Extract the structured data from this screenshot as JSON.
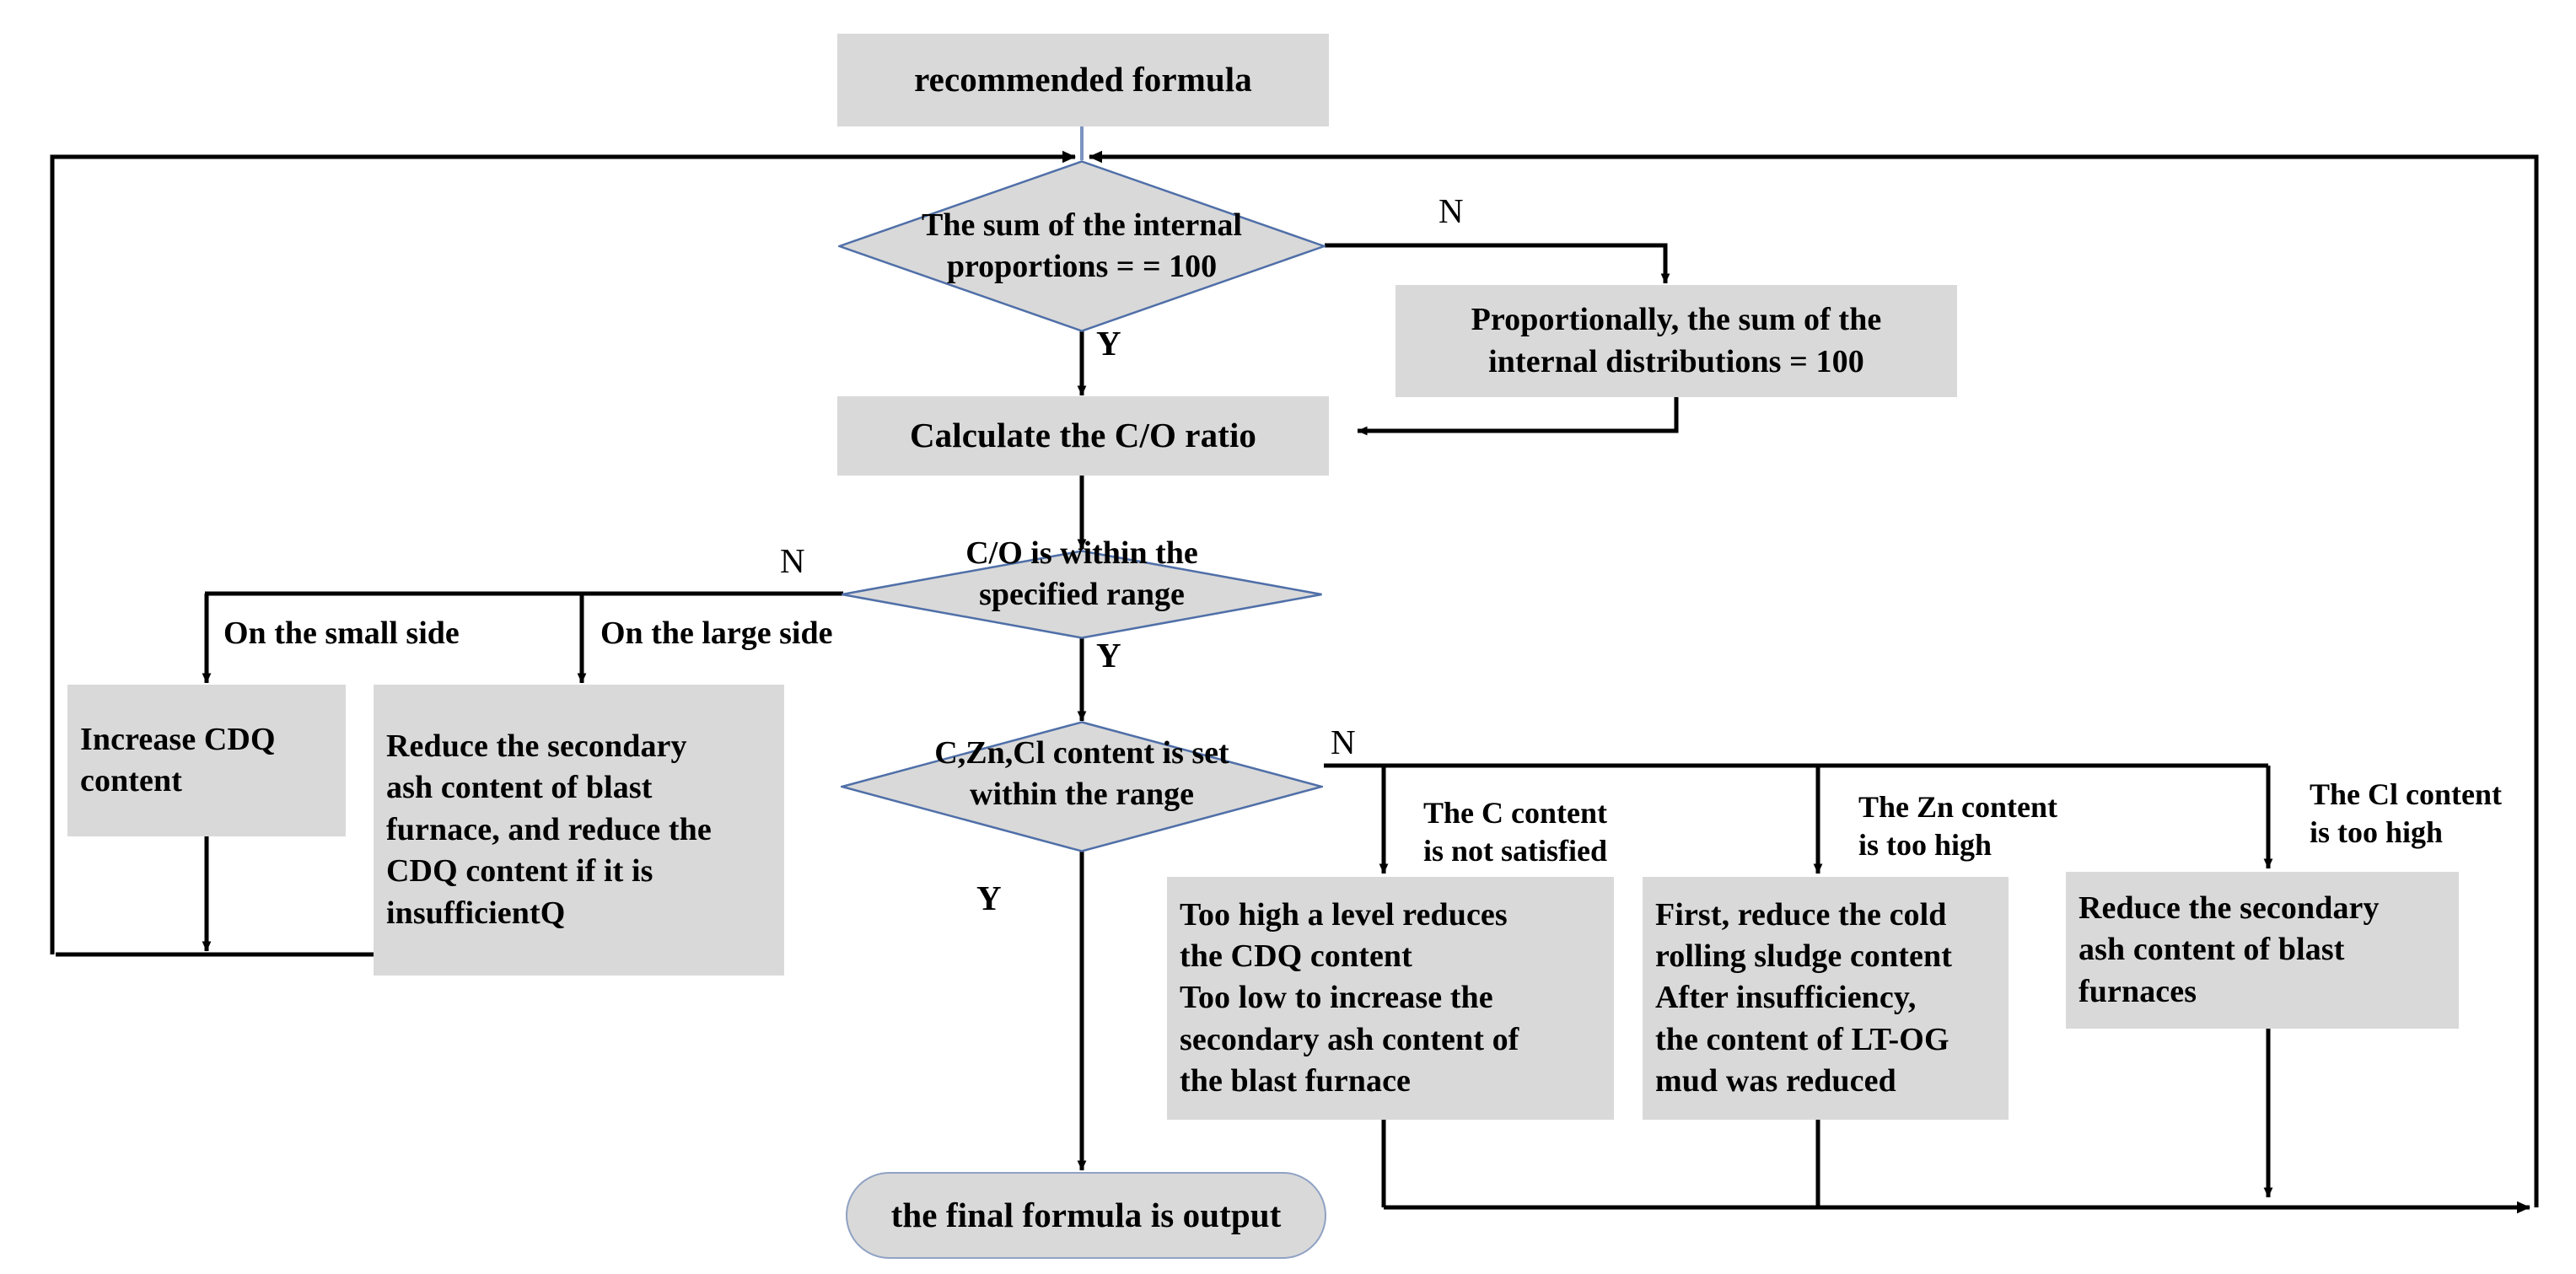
{
  "diagram": {
    "title": "Formula recommendation and validation flowchart",
    "colors": {
      "node_fill": "#D9D9D9",
      "diamond_stroke": "#4F6FA8",
      "terminator_stroke": "#8FA2C4",
      "wire": "#000000",
      "background": "#FFFFFF"
    },
    "nodes": {
      "start": {
        "label": "recommended formula"
      },
      "decision_sum": {
        "label": "The sum of the internal\nproportions = = 100"
      },
      "fix_sum": {
        "label": "Proportionally, the sum of the\ninternal distributions = 100"
      },
      "calc_co": {
        "label": "Calculate the C/O ratio"
      },
      "decision_co": {
        "label": "C/O is within the\nspecified range"
      },
      "increase_cdq": {
        "label": "Increase CDQ\ncontent"
      },
      "reduce_secondary": {
        "label": "Reduce the secondary\nash content of blast\nfurnace, and reduce the\nCDQ content if it is\ninsufficientQ"
      },
      "decision_czncl": {
        "label": "C,Zn,Cl content is set\nwithin the range"
      },
      "fix_c": {
        "label": "Too high a level reduces\nthe CDQ content\nToo low to increase the\nsecondary ash content of\nthe blast furnace"
      },
      "fix_zn": {
        "label": "First, reduce the cold\nrolling sludge content\nAfter insufficiency,\nthe content of LT-OG\nmud was reduced"
      },
      "fix_cl": {
        "label": "Reduce the secondary\nash content of blast\nfurnaces"
      },
      "end": {
        "label": "the final formula  is output"
      }
    },
    "edge_labels": {
      "sum_no": "N",
      "sum_yes": "Y",
      "co_no": "N",
      "co_yes": "Y",
      "co_small": "On the small side",
      "co_large": "On the large side",
      "czncl_no": "N",
      "czncl_yes": "Y",
      "c_branch": "The C content\nis not satisfied",
      "zn_branch": "The Zn content\nis too high",
      "cl_branch": "The Cl content\nis too high"
    }
  }
}
